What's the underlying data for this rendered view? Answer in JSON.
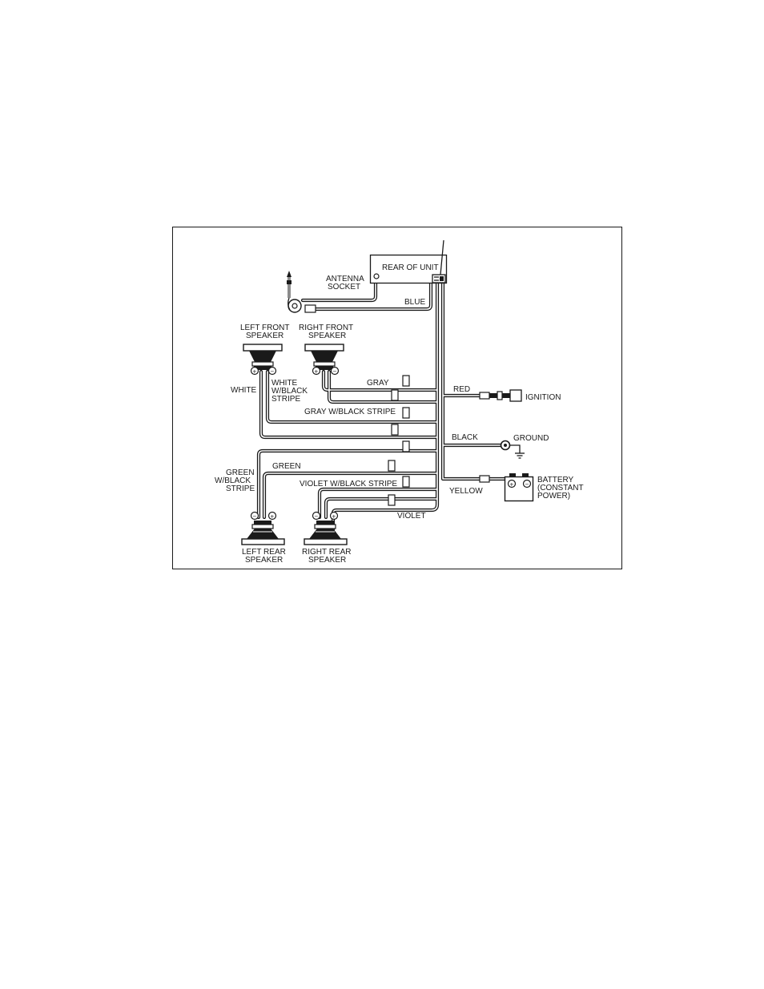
{
  "diagram": {
    "unit_label": "REAR OF UNIT",
    "antenna_label_1": "ANTENNA",
    "antenna_label_2": "SOCKET",
    "blue_label": "BLUE",
    "left_front_1": "LEFT FRONT",
    "left_front_2": "SPEAKER",
    "right_front_1": "RIGHT FRONT",
    "right_front_2": "SPEAKER",
    "white_label": "WHITE",
    "white_black_1": "WHITE",
    "white_black_2": "W/BLACK",
    "white_black_3": "STRIPE",
    "gray_label": "GRAY",
    "gray_black_label": "GRAY W/BLACK STRIPE",
    "red_label": "RED",
    "ignition_label": "IGNITION",
    "black_label": "BLACK",
    "ground_label": "GROUND",
    "green_black_1": "GREEN",
    "green_black_2": "W/BLACK",
    "green_black_3": "STRIPE",
    "green_label": "GREEN",
    "violet_black_label": "VIOLET W/BLACK STRIPE",
    "yellow_label": "YELLOW",
    "battery_1": "BATTERY",
    "battery_2": "(CONSTANT",
    "battery_3": "POWER)",
    "violet_label": "VIOLET",
    "left_rear_1": "LEFT REAR",
    "left_rear_2": "SPEAKER",
    "right_rear_1": "RIGHT REAR",
    "right_rear_2": "SPEAKER",
    "plus_sign": "+",
    "minus_sign": "−"
  }
}
